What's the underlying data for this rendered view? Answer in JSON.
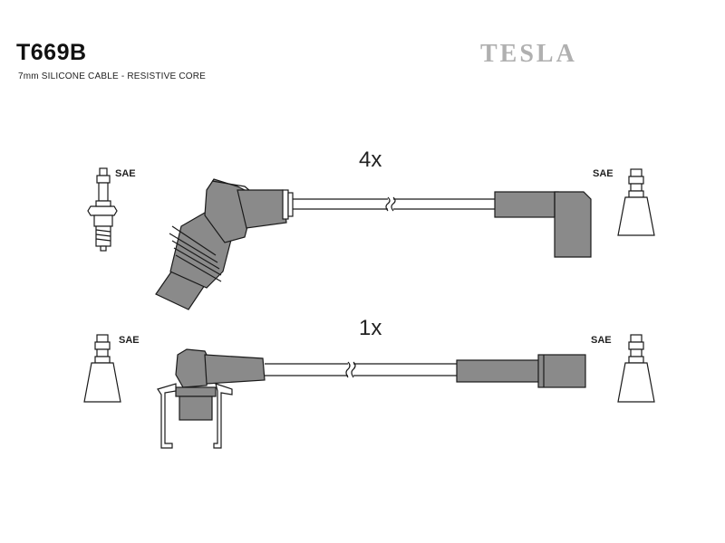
{
  "header": {
    "part_number": "T669B",
    "description": "7mm SILICONE CABLE - RESISTIVE CORE",
    "brand": "TESLA"
  },
  "top_set": {
    "quantity": "4x",
    "left_terminal_label": "SAE",
    "right_terminal_label": "SAE"
  },
  "bottom_set": {
    "quantity": "1x",
    "left_terminal_label": "SAE",
    "right_terminal_label": "SAE"
  },
  "colors": {
    "boot_fill": "#8a8a8a",
    "outline": "#1a1a1a",
    "brand_color": "#b0b0b0"
  }
}
